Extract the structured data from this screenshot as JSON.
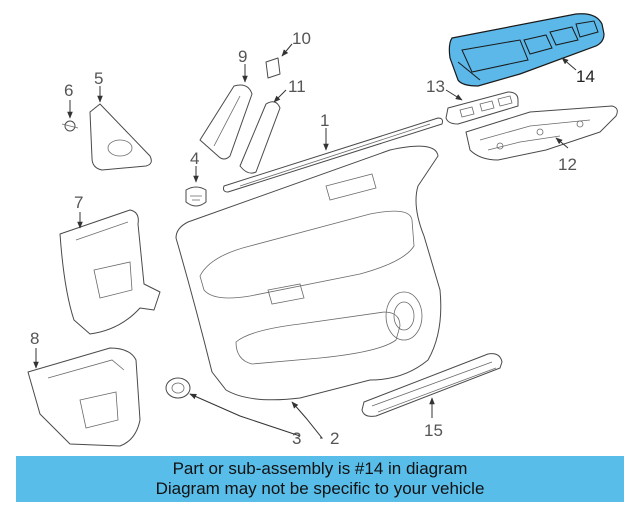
{
  "callouts": {
    "c1": "1",
    "c2": "2",
    "c3": "3",
    "c4": "4",
    "c5": "5",
    "c6": "6",
    "c7": "7",
    "c8": "8",
    "c9": "9",
    "c10": "10",
    "c11": "11",
    "c12": "12",
    "c13": "13",
    "c14": "14",
    "c15": "15"
  },
  "highlight": {
    "part_number": "14",
    "color": "#58bde9"
  },
  "banner": {
    "line1": "Part or sub-assembly is #14 in diagram",
    "line2": "Diagram may not be specific to your vehicle"
  }
}
